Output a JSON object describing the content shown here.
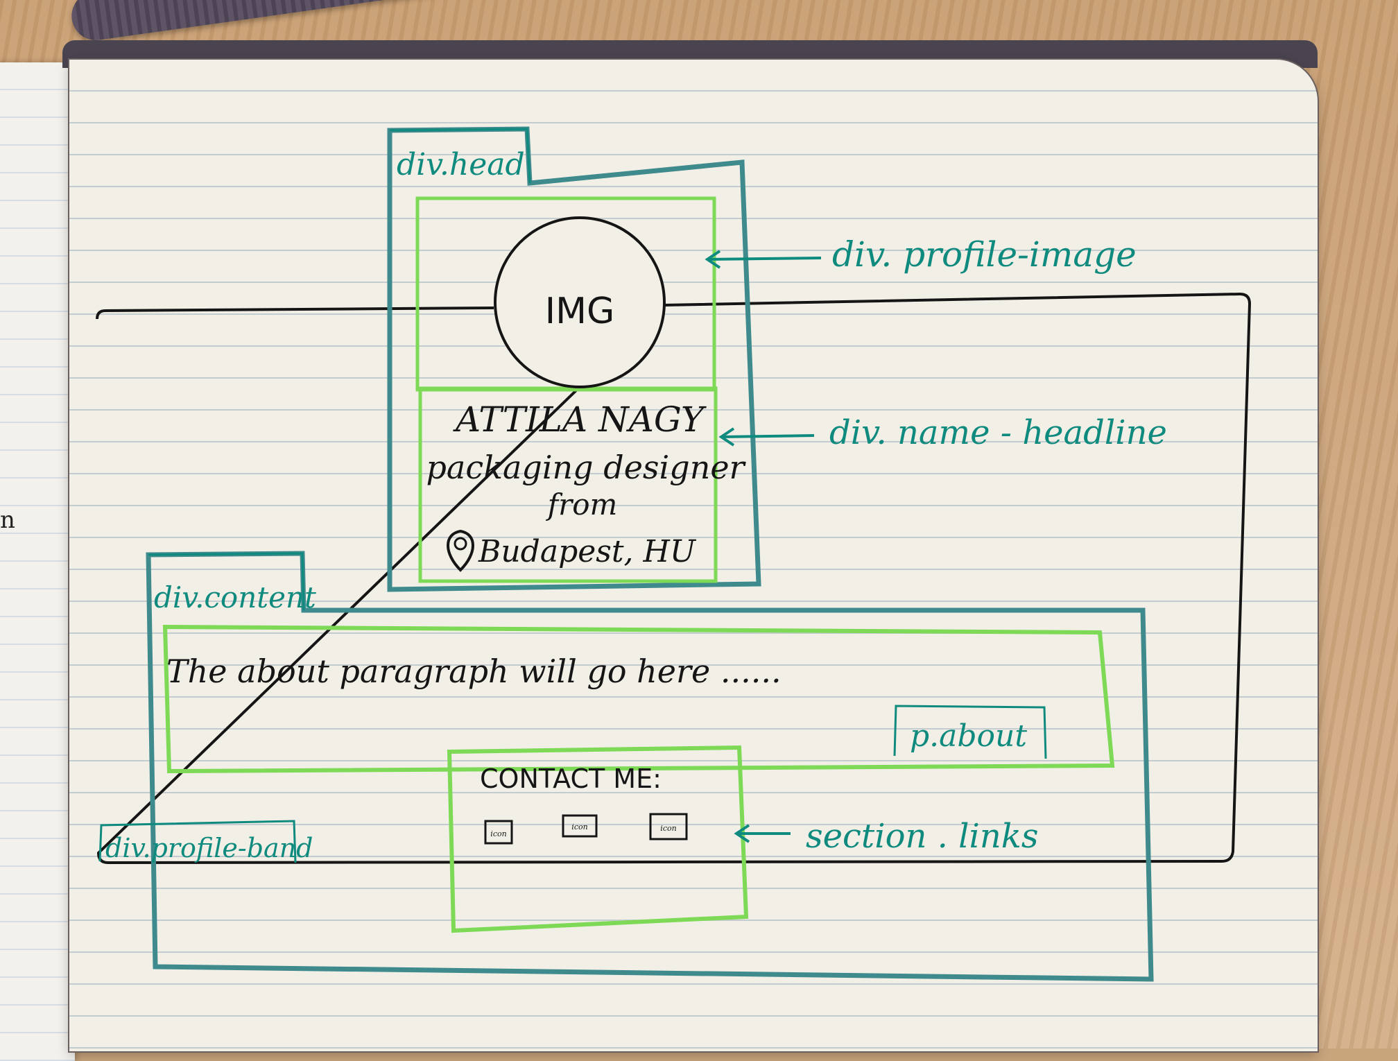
{
  "labels": {
    "div_head": "div.head",
    "div_profile_image": "div. profile-image",
    "div_name_headline": "div. name - headline",
    "div_content": "div.content",
    "p_about": "p.about",
    "div_profile_band": "div.profile-band",
    "section_links": "section . links"
  },
  "content": {
    "img_placeholder": "IMG",
    "name": "ATTILA NAGY",
    "headline_line1": "packaging designer",
    "headline_line2": "from",
    "location": "Budapest, HU",
    "about": "The about paragraph will go here ......",
    "contact_title": "CONTACT ME:",
    "icons": [
      "icon",
      "icon",
      "icon"
    ]
  },
  "colors": {
    "ink": "#151515",
    "teal": "#0f8a7e",
    "light_green": "#7ed957",
    "band_teal": "#3f8a8c"
  }
}
